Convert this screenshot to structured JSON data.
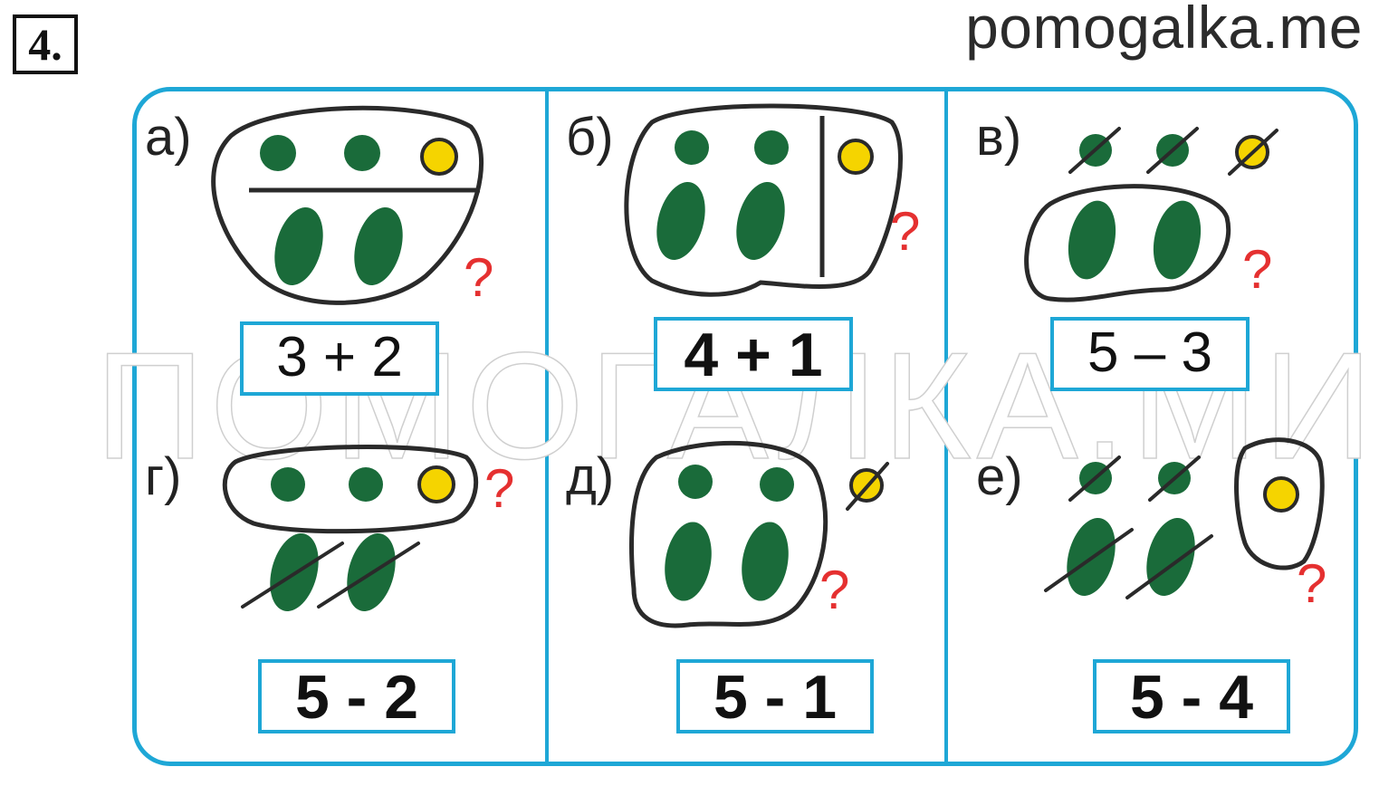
{
  "header": {
    "task_number": "4.",
    "site": "pomogalka.me"
  },
  "watermark": "ПОМОГАЛКА.МИ",
  "colors": {
    "frame": "#1ea7d6",
    "green": "#1a6b3a",
    "yellow": "#f5d400",
    "question": "#e53030"
  },
  "panels": [
    {
      "label": "а)",
      "answer": "3 + 2",
      "question": "?"
    },
    {
      "label": "б)",
      "answer": "4 + 1",
      "question": "?"
    },
    {
      "label": "в)",
      "answer": "5 – 3",
      "question": "?"
    },
    {
      "label": "г)",
      "answer": "5 - 2",
      "question": "?"
    },
    {
      "label": "д)",
      "answer": "5 - 1",
      "question": "?"
    },
    {
      "label": "е)",
      "answer": "5 - 4",
      "question": "?"
    }
  ]
}
